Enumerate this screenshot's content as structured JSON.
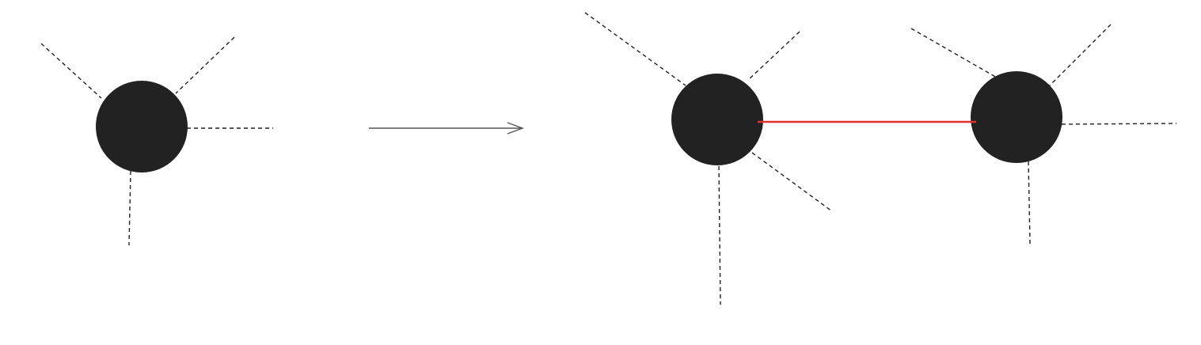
{
  "diagram": {
    "colors": {
      "background": "#ffffff",
      "node_fill": "#222222",
      "half_edge": "#222222",
      "bond": "#e03030",
      "arrow": "#555555"
    },
    "before": {
      "nodes": 1,
      "dashed_lines_on_node": 4
    },
    "after": {
      "nodes": 2,
      "dashed_lines_on_left_node": 4,
      "dashed_lines_on_right_node": 4,
      "connecting_edges": 1,
      "connecting_edge_style": "solid red"
    },
    "arrow": {
      "direction": "right"
    }
  }
}
